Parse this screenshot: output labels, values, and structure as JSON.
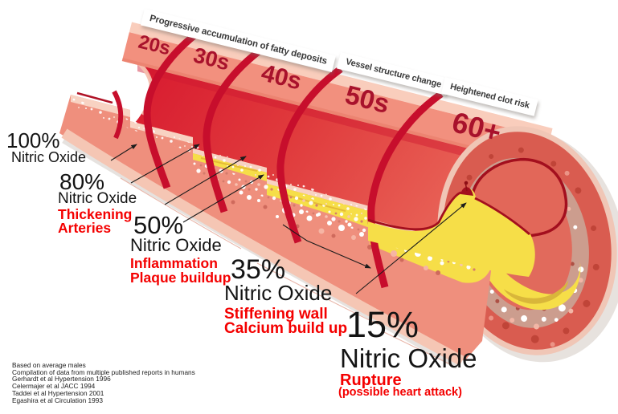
{
  "banners": [
    "Progressive accumulation of fatty deposits",
    "Vessel structure change",
    "Heightened clot risk"
  ],
  "ages": [
    "20s",
    "30s",
    "40s",
    "50s",
    "60+"
  ],
  "stages": [
    {
      "percent": "100%",
      "substance": "Nitric Oxide",
      "conditions": []
    },
    {
      "percent": "80%",
      "substance": "Nitric Oxide",
      "conditions": [
        "Thickening",
        "Arteries"
      ]
    },
    {
      "percent": "50%",
      "substance": "Nitric Oxide",
      "conditions": [
        "Inflammation",
        "Plaque buildup"
      ]
    },
    {
      "percent": "35%",
      "substance": "Nitric Oxide",
      "conditions": [
        "Stiffening wall",
        "Calcium build up"
      ]
    },
    {
      "percent": "15%",
      "substance": "Nitric Oxide",
      "conditions": [
        "Rupture",
        "(possible heart attack)"
      ]
    }
  ],
  "footnotes": [
    "Based on average males",
    "Compilation of data from multiple published reports in humans",
    "Gerhardt et al Hypertension 1996",
    "Celermajer et al JACC 1994",
    "Taddei et al Hypertension 2001",
    "Egashira et al Circulation 1993"
  ],
  "colors": {
    "artery_red": "#d7172e",
    "artery_red_light": "#ea6c5d",
    "divider_red": "#c70e2c",
    "band_salmon": "#f2907e",
    "band_light": "#f9cdbc",
    "wall_salmon": "#ef8f7d",
    "plaque_yellow": "#f6de48",
    "age_text": "#a8122c",
    "warning_red": "#f40000",
    "label_black": "#141414"
  }
}
